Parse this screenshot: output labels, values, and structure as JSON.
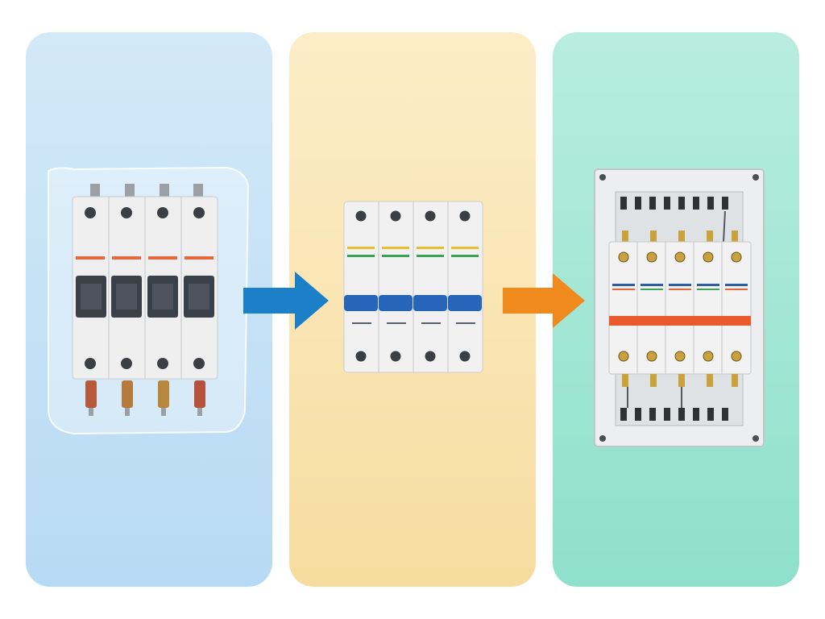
{
  "steps": [
    {
      "id": "step-1",
      "background": [
        "#cfe7f8",
        "#b9dbf5"
      ],
      "module_label": "",
      "poles": 4
    },
    {
      "id": "step-2",
      "background": [
        "#fcecc6",
        "#f7dca0"
      ],
      "poles": 4
    },
    {
      "id": "step-3",
      "background": [
        "#b5ecdf",
        "#8fe0cc"
      ],
      "poles": 5
    }
  ],
  "arrows": [
    {
      "from": "step-1",
      "to": "step-2",
      "color": "#1b80c8"
    },
    {
      "from": "step-2",
      "to": "step-3",
      "color": "#f08a1c"
    }
  ],
  "colors": {
    "breaker_body": "#efeff0",
    "handle_dark": "#3a4048",
    "handle_blue": "#2765b8",
    "stripe_orange": "#e5683a",
    "stripe_green": "#3aa356",
    "stripe_yellow": "#e2c12c",
    "stripe_blue": "#2f5e9e",
    "brass": "#c9a23d"
  }
}
